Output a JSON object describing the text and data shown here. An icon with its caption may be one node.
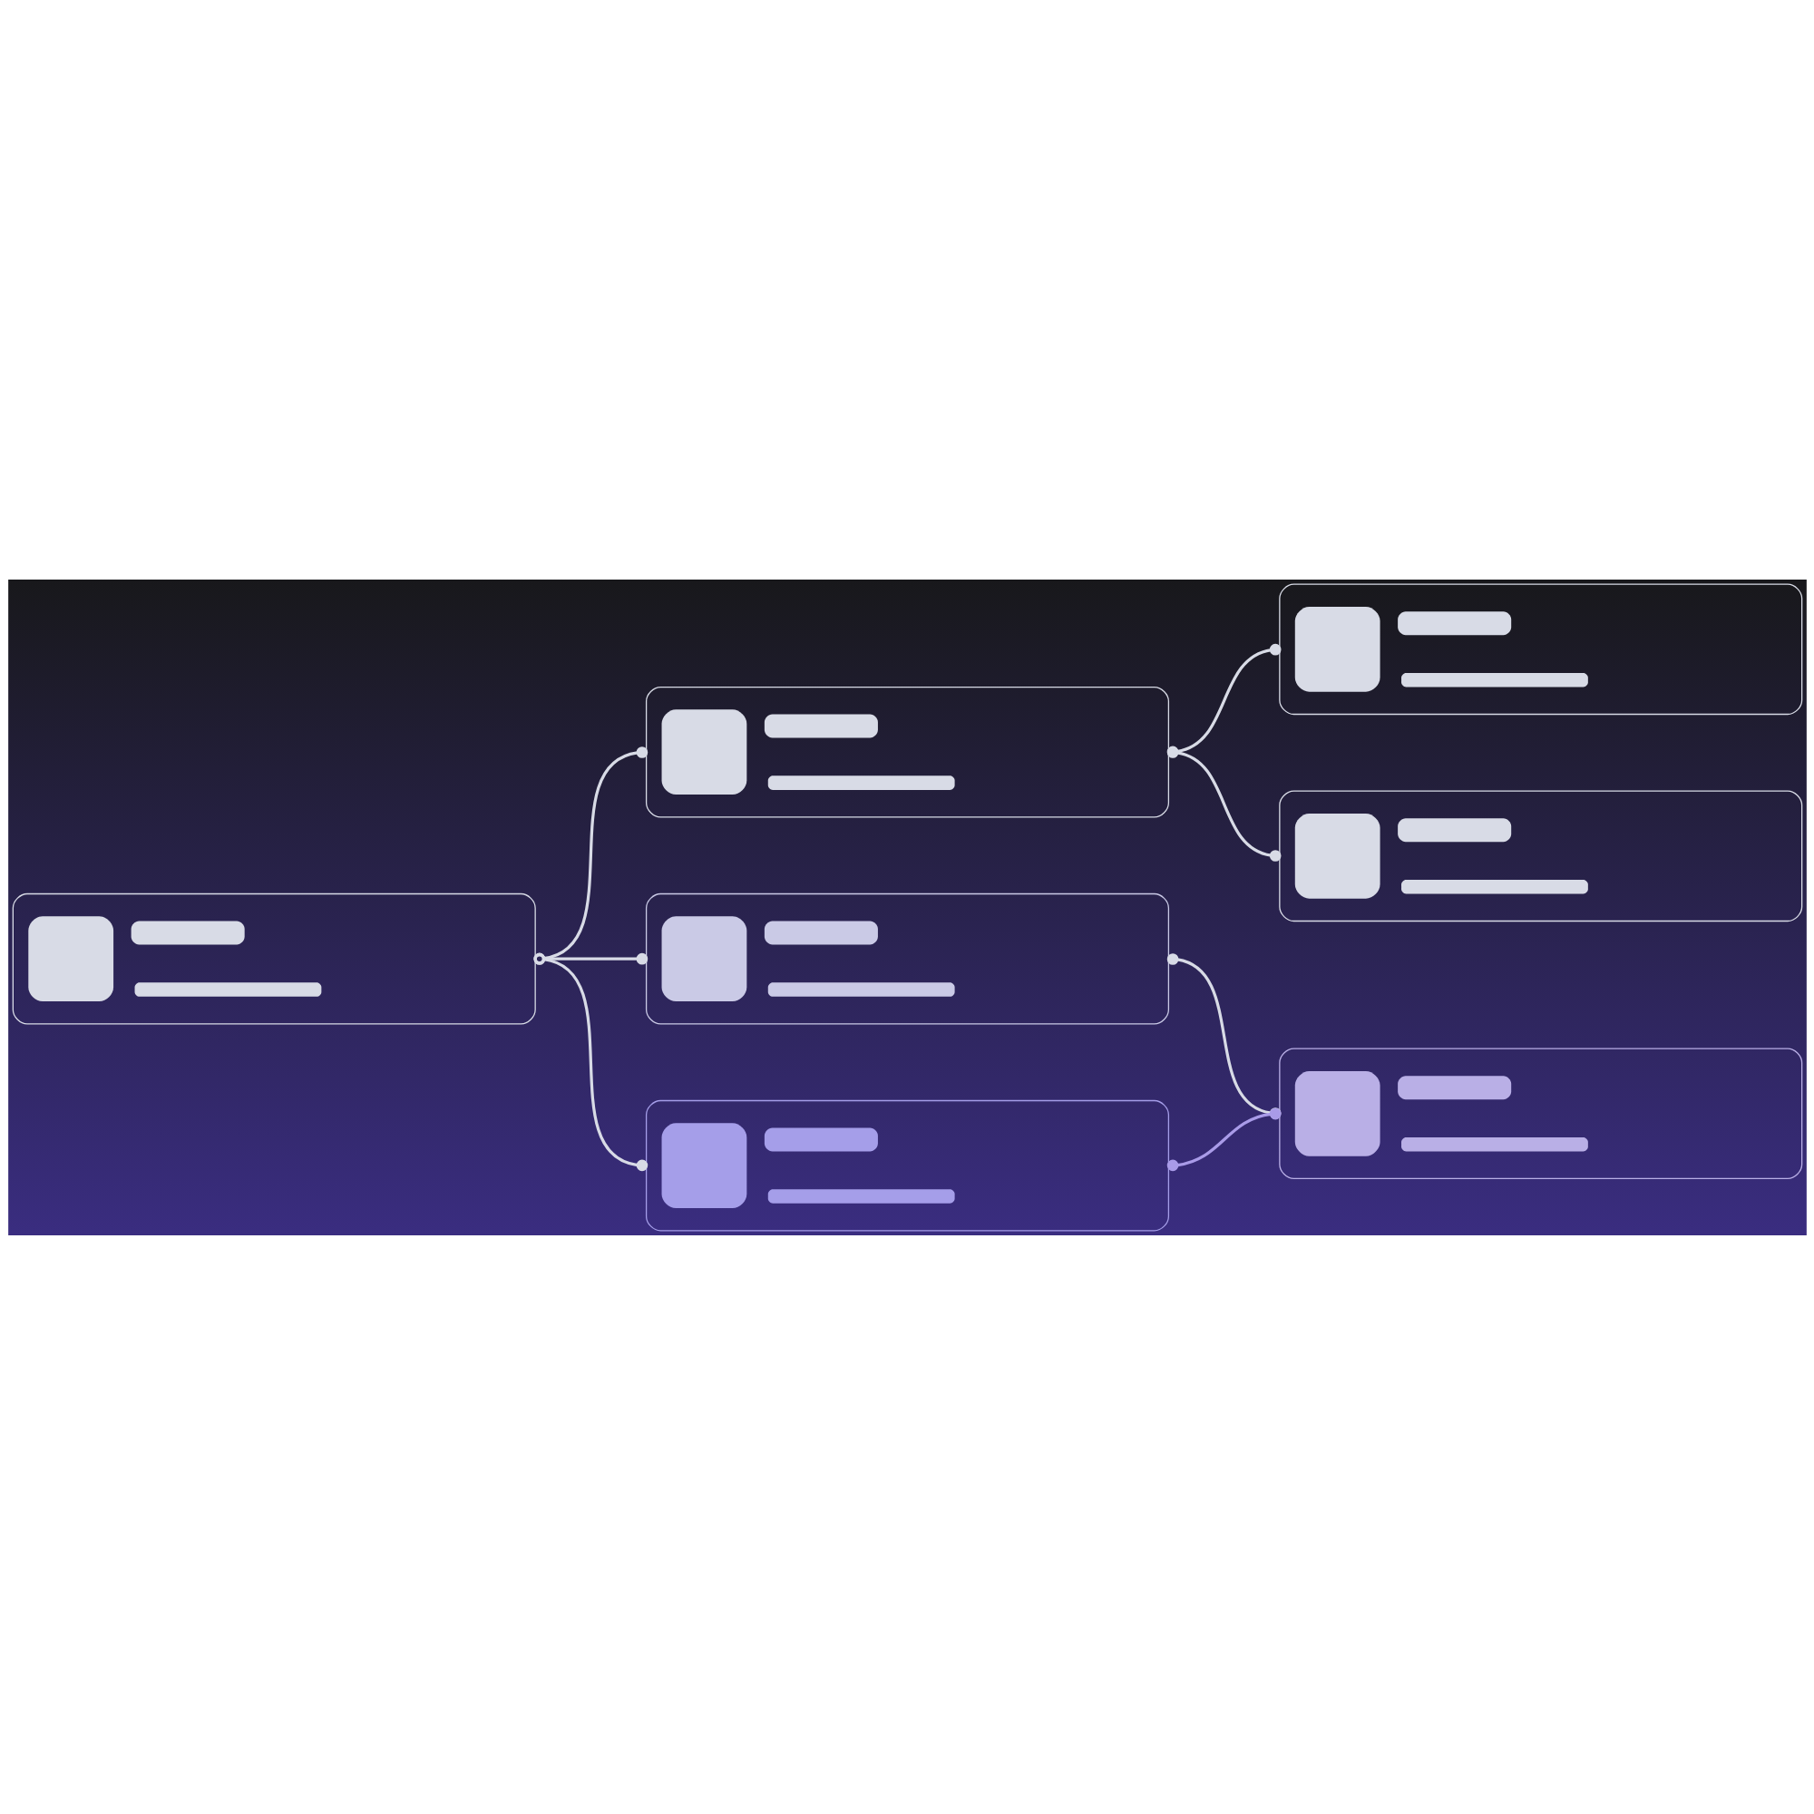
{
  "diagram": {
    "nodes": [
      {
        "text": [],
        "shape": "box"
      },
      {
        "text": [],
        "shape": "box"
      },
      {
        "text": [],
        "shape": "box"
      },
      {
        "text": [],
        "shape": "box"
      },
      {
        "text": [],
        "shape": "box"
      },
      {
        "text": [],
        "shape": "box"
      },
      {
        "text": [],
        "shape": "box"
      }
    ],
    "edges": [
      {
        "from": 0,
        "to": 1,
        "arrow": "other"
      },
      {
        "from": 0,
        "to": 2,
        "arrow": "other"
      },
      {
        "from": 0,
        "to": 3,
        "arrow": "other"
      },
      {
        "from": 1,
        "to": 4,
        "arrow": "other"
      },
      {
        "from": 1,
        "to": 5,
        "arrow": "other"
      },
      {
        "from": 2,
        "to": 6,
        "arrow": "other"
      },
      {
        "from": 3,
        "to": 6,
        "arrow": "other",
        "color": "#a99be8"
      }
    ]
  }
}
